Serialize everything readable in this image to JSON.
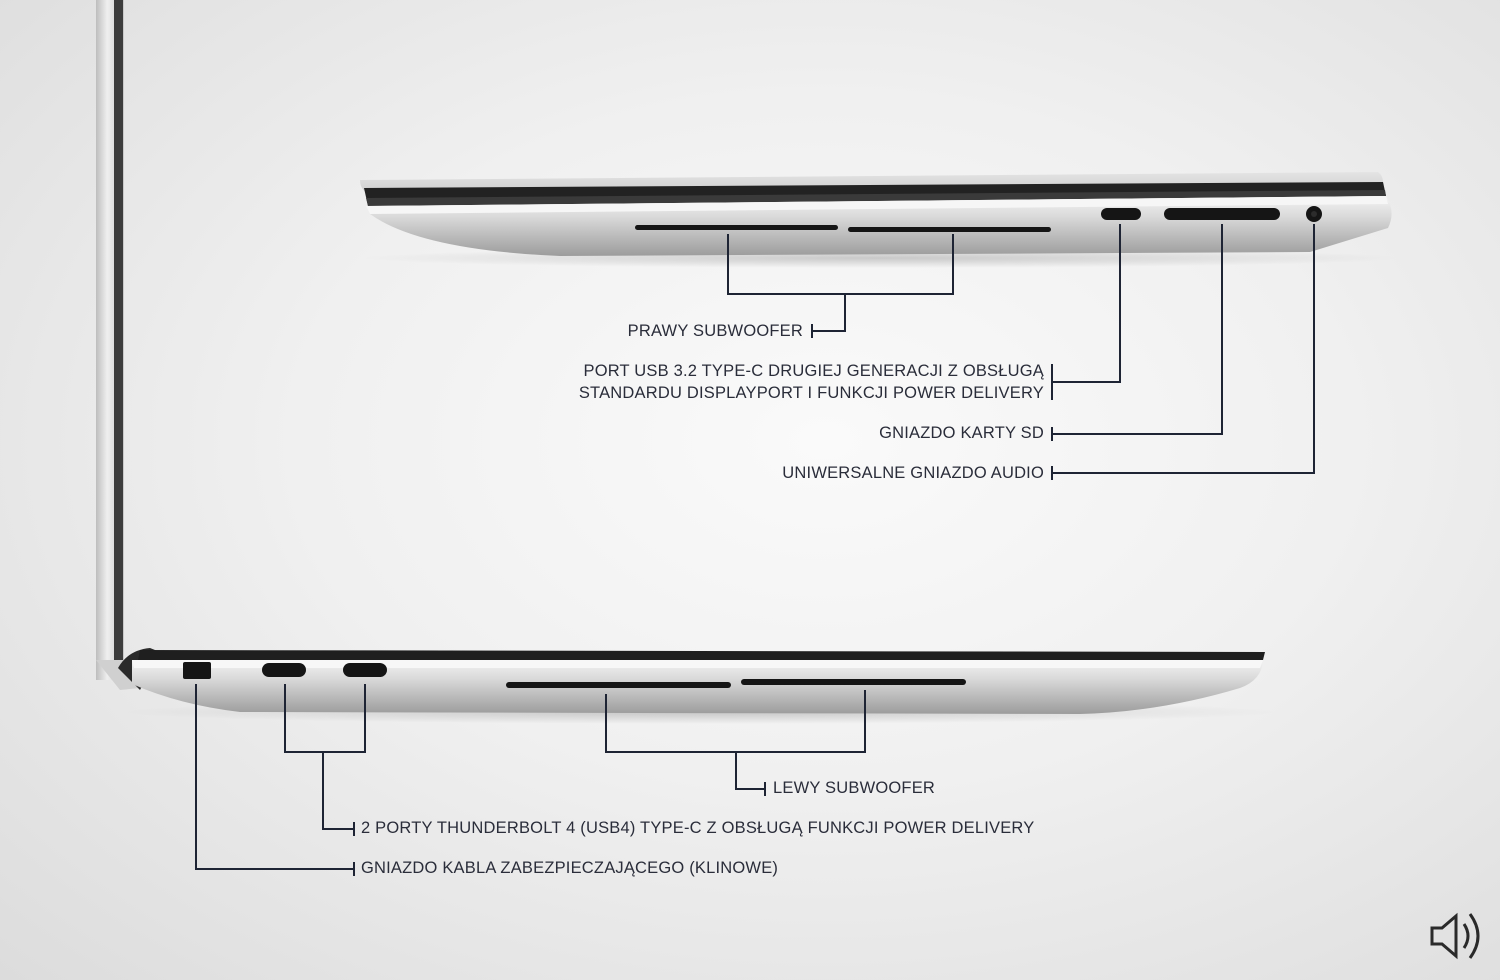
{
  "colors": {
    "background": "#efefef",
    "callout_line": "#1e2434",
    "label_text": "#2a2d3a",
    "laptop_silver": "#d6d6d6",
    "port_black": "#151515"
  },
  "right_side": {
    "labels": [
      {
        "id": "right-subwoofer",
        "text": "PRAWY SUBWOOFER"
      },
      {
        "id": "usb-c-port",
        "lines": [
          "PORT USB 3.2 TYPE-C DRUGIEJ GENERACJI Z OBSŁUGĄ",
          "STANDARDU DISPLAYPORT I FUNKCJI POWER DELIVERY"
        ]
      },
      {
        "id": "sd-card-slot",
        "text": "GNIAZDO KARTY SD"
      },
      {
        "id": "audio-jack",
        "text": "UNIWERSALNE GNIAZDO AUDIO"
      }
    ]
  },
  "left_side": {
    "labels": [
      {
        "id": "left-subwoofer",
        "text": "LEWY SUBWOOFER"
      },
      {
        "id": "thunderbolt-ports",
        "text": "2 PORTY THUNDERBOLT 4 (USB4) TYPE-C Z OBSŁUGĄ FUNKCJI POWER DELIVERY"
      },
      {
        "id": "security-slot",
        "text": "GNIAZDO KABLA ZABEZPIECZAJĄCEGO (KLINOWE)"
      }
    ]
  },
  "controls": {
    "sound_icon": "speaker-icon"
  }
}
